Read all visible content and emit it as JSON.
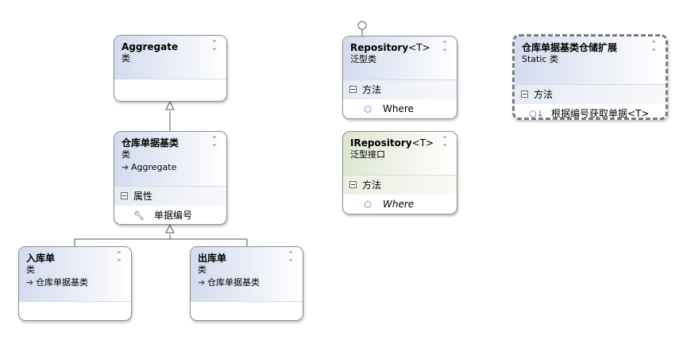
{
  "aggregate": {
    "name": "Aggregate",
    "kind": "类"
  },
  "base_doc": {
    "name": "仓库单据基类",
    "kind": "类",
    "inherits": "Aggregate",
    "section_label": "属性",
    "members": [
      "单据编号"
    ]
  },
  "inbound": {
    "name": "入库单",
    "kind": "类",
    "inherits": "仓库单据基类"
  },
  "outbound": {
    "name": "出库单",
    "kind": "类",
    "inherits": "仓库单据基类"
  },
  "repository": {
    "name": "Repository",
    "type_param": "<T>",
    "kind": "泛型类",
    "section_label": "方法",
    "members": [
      "Where"
    ]
  },
  "irepository": {
    "name": "IRepository",
    "type_param": "<T>",
    "kind": "泛型接口",
    "section_label": "方法",
    "members": [
      "Where"
    ]
  },
  "extension": {
    "name": "仓库单据基类仓储扩展",
    "kind": "Static 类",
    "section_label": "方法",
    "members": [
      "根据编号获取单据<T>"
    ]
  },
  "icons": {
    "collapse": "double-chevron-up-icon",
    "inherit": "arrow-right-icon",
    "property": "wrench-icon",
    "method": "method-cube-icon",
    "ext_method": "extension-method-icon",
    "interface": "lollipop-icon"
  }
}
